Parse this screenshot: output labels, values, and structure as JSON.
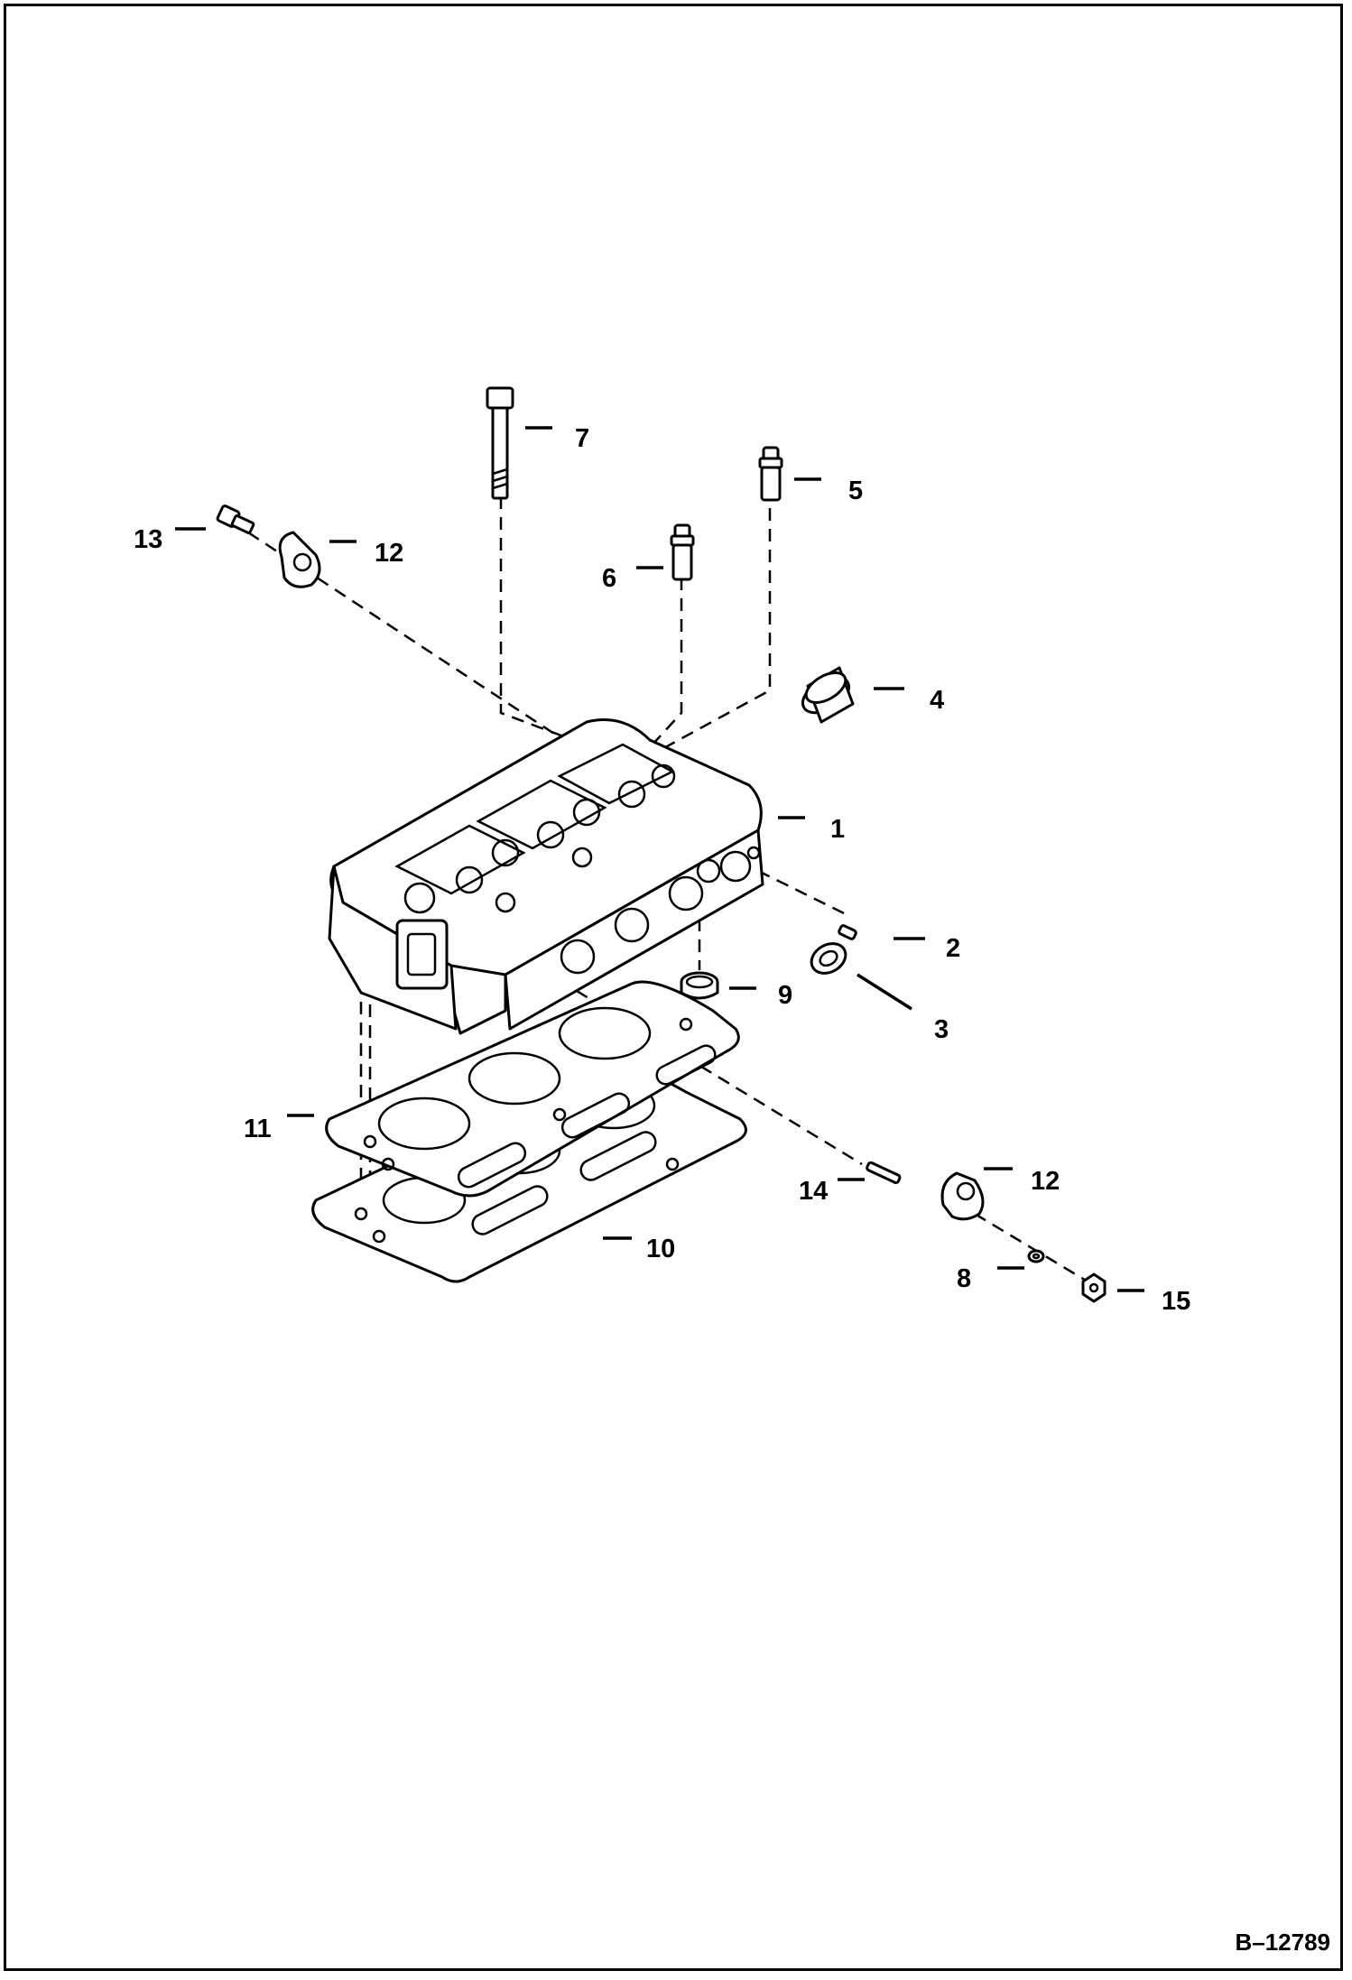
{
  "diagram": {
    "callouts": [
      {
        "id": "c1",
        "label": "1"
      },
      {
        "id": "c2",
        "label": "2"
      },
      {
        "id": "c3",
        "label": "3"
      },
      {
        "id": "c4",
        "label": "4"
      },
      {
        "id": "c5",
        "label": "5"
      },
      {
        "id": "c6",
        "label": "6"
      },
      {
        "id": "c7",
        "label": "7"
      },
      {
        "id": "c8",
        "label": "8"
      },
      {
        "id": "c9",
        "label": "9"
      },
      {
        "id": "c10",
        "label": "10"
      },
      {
        "id": "c11",
        "label": "11"
      },
      {
        "id": "c12a",
        "label": "12"
      },
      {
        "id": "c12b",
        "label": "12"
      },
      {
        "id": "c13",
        "label": "13"
      },
      {
        "id": "c14",
        "label": "14"
      },
      {
        "id": "c15",
        "label": "15"
      }
    ],
    "figure_id": "B–12789"
  }
}
